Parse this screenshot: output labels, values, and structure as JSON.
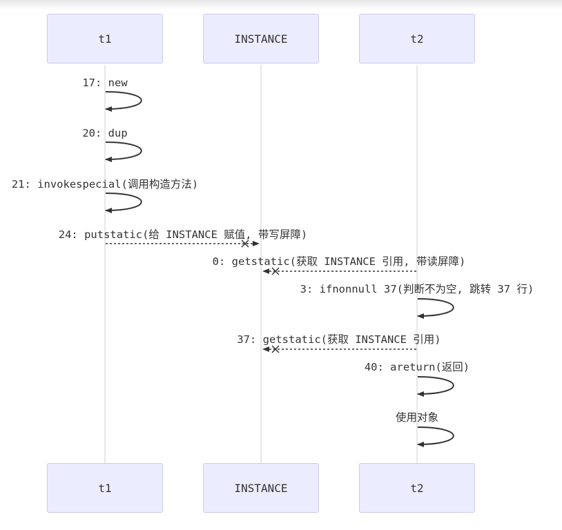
{
  "actors": {
    "t1": "t1",
    "instance": "INSTANCE",
    "t2": "t2"
  },
  "messages": {
    "m17": "17: new",
    "m20": "20: dup",
    "m21": "21: invokespecial(调用构造方法)",
    "m24": "24: putstatic(给 INSTANCE 赋值, 带写屏障)",
    "m0": "0: getstatic(获取 INSTANCE 引用, 带读屏障)",
    "m3": "3: ifnonnull 37(判断不为空, 跳转 37 行)",
    "m37": "37: getstatic(获取 INSTANCE 引用)",
    "m40": "40: areturn(返回)",
    "use": "使用对象"
  },
  "colors": {
    "actor_fill": "#ececff",
    "actor_border": "#c9c9f0",
    "lifeline": "#cfcfcf",
    "arrow": "#333333"
  }
}
